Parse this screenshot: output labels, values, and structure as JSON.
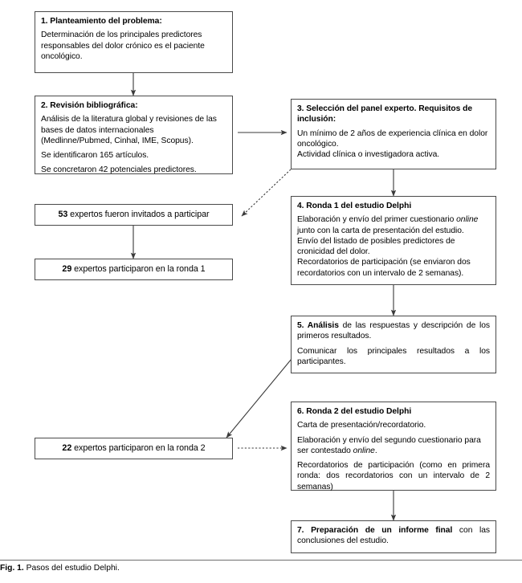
{
  "figure": {
    "number": "Fig. 1.",
    "caption": "Pasos del estudio Delphi."
  },
  "nodes": {
    "step1": {
      "heading": "1. Planteamiento del problema:",
      "body": "Determinación de los principales predictores responsables del dolor crónico es el paciente oncológico."
    },
    "step2": {
      "heading": "2. Revisión bibliográfica:",
      "line1": "Análisis de la literatura global y revisiones de las bases de datos internacionales (Medlinne/Pubmed, Cinhal, IME, Scopus).",
      "line2": "Se identificaron 165 artículos.",
      "line3": "Se concretaron 42 potenciales predictores."
    },
    "step3": {
      "heading": "3. Selección del panel experto. Requisitos de inclusión:",
      "line1": "Un mínimo de 2 años de experiencia clínica en dolor oncológico.",
      "line2": "Actividad clínica o investigadora activa."
    },
    "step4": {
      "heading": "4. Ronda 1 del estudio Delphi",
      "line1_a": "Elaboración y envío del primer cuestionario ",
      "line1_em": "online",
      "line1_b": " junto con la carta de presentación del estudio.",
      "line2": "Envío del listado de posibles predictores de cronicidad del dolor.",
      "line3": "Recordatorios de participación (se enviaron dos recordatorios con un intervalo de 2 semanas)."
    },
    "step5": {
      "heading_num": "5. Análisis",
      "heading_rest": " de las respuestas y descripción de los primeros resultados.",
      "line2": "Comunicar los principales resultados a los participantes."
    },
    "step6": {
      "heading": "6. Ronda 2 del estudio Delphi",
      "line1": "Carta de presentación/recordatorio.",
      "line2_a": "Elaboración y envío del segundo cuestionario para ser contestado ",
      "line2_em": "online",
      "line2_b": ".",
      "line3": "Recordatorios de participación (como en primera ronda: dos recordatorios con un intervalo de 2 semanas)"
    },
    "step7": {
      "heading_num": "7. Preparación de un informe final",
      "heading_rest": " con las conclusiones del estudio."
    },
    "invited": {
      "count": "53",
      "text": " expertos fueron invitados a participar"
    },
    "round1": {
      "count": "29",
      "text": " expertos participaron en la ronda 1"
    },
    "round2": {
      "count": "22",
      "text": " expertos participaron en la ronda 2"
    }
  },
  "style": {
    "border_color": "#4a4a4a",
    "connector_color": "#3a3a3a",
    "background": "#ffffff"
  },
  "connectors": [
    {
      "name": "step1-to-step2",
      "kind": "solid-vertical-arrow"
    },
    {
      "name": "step2-to-step3",
      "kind": "solid-horizontal-arrow"
    },
    {
      "name": "step3-to-invited",
      "kind": "dotted-diagonal-arrow"
    },
    {
      "name": "step3-to-step4",
      "kind": "solid-vertical-arrow"
    },
    {
      "name": "invited-to-round1",
      "kind": "solid-vertical-arrow"
    },
    {
      "name": "step4-to-step5",
      "kind": "solid-vertical-arrow"
    },
    {
      "name": "step5-to-round2",
      "kind": "solid-diagonal-arrow"
    },
    {
      "name": "round2-to-step6",
      "kind": "dotted-horizontal-arrow"
    },
    {
      "name": "step6-to-step7",
      "kind": "solid-vertical-arrow"
    }
  ]
}
